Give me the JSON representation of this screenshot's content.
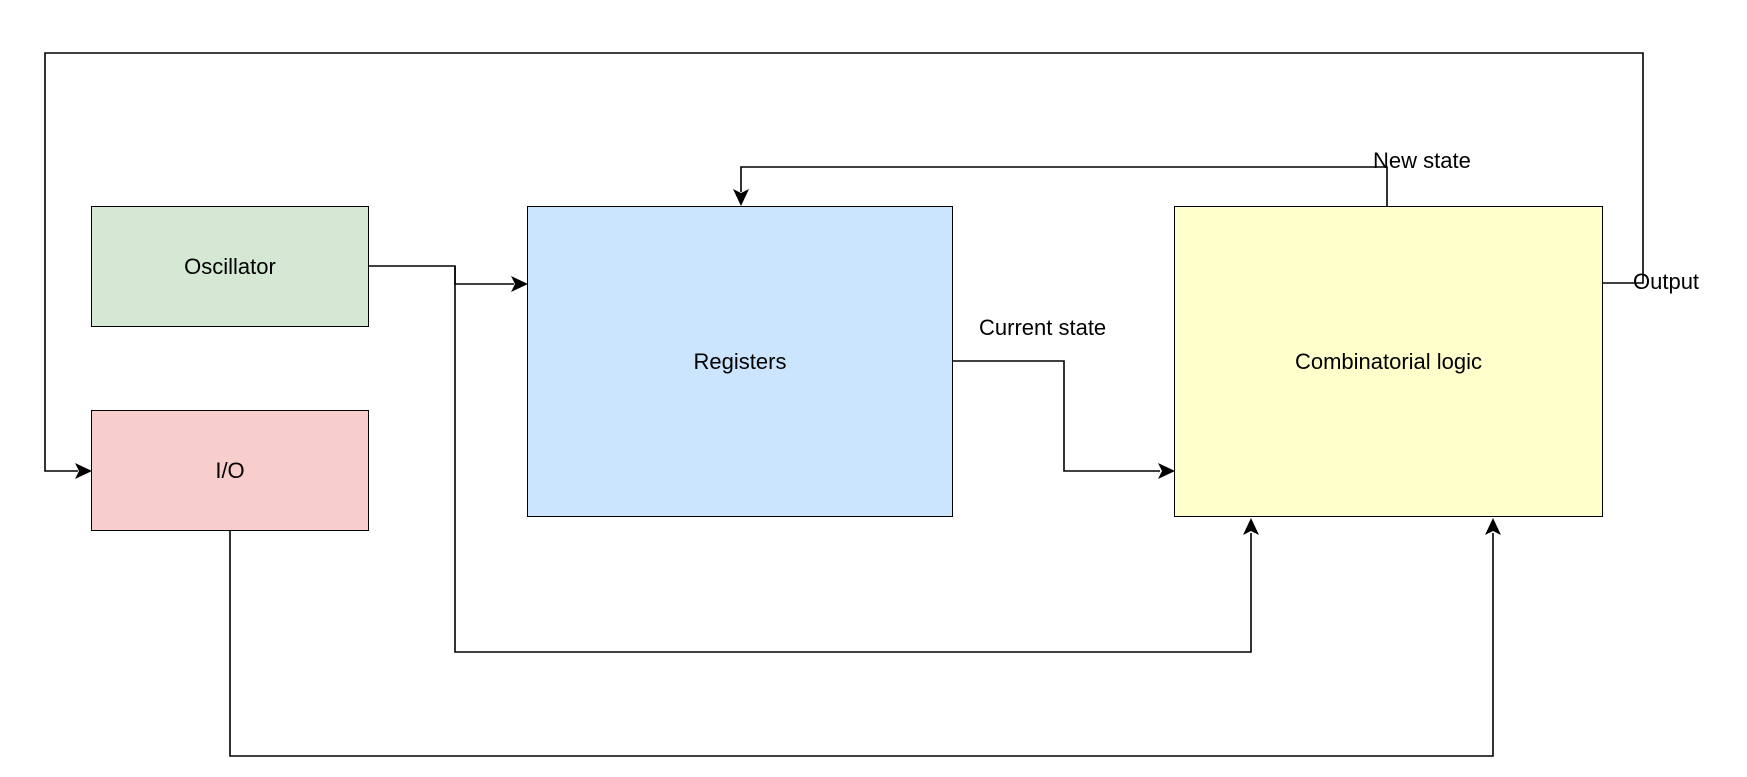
{
  "blocks": {
    "oscillator": {
      "label": "Oscillator",
      "fill": "#d5e8d4"
    },
    "io": {
      "label": "I/O",
      "fill": "#f8cecc"
    },
    "registers": {
      "label": "Registers",
      "fill": "#cce5ff"
    },
    "logic": {
      "label": "Combinatorial logic",
      "fill": "#ffffcc"
    }
  },
  "edge_labels": {
    "new_state": "New state",
    "current_state": "Current state",
    "output": "Output"
  },
  "colors": {
    "stroke": "#000000",
    "background": "#ffffff"
  }
}
